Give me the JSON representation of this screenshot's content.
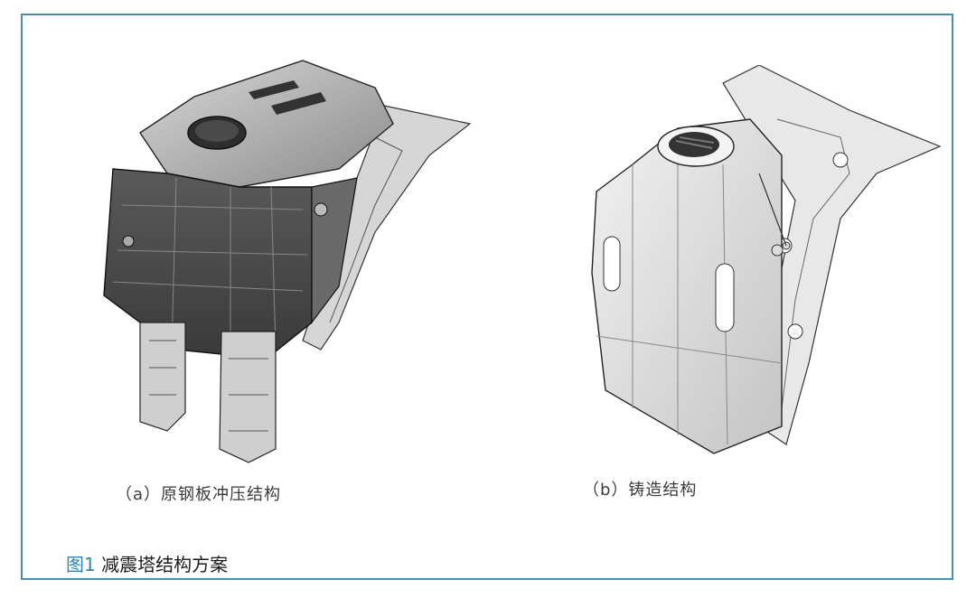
{
  "figure": {
    "label": "图1",
    "title": "减震塔结构方案"
  },
  "panels": [
    {
      "caption": "（a）原钢板冲压结构"
    },
    {
      "caption": "（b）铸造结构"
    }
  ],
  "colors": {
    "frame_border": "#4a8fa7",
    "figure_label": "#2e86b0"
  }
}
